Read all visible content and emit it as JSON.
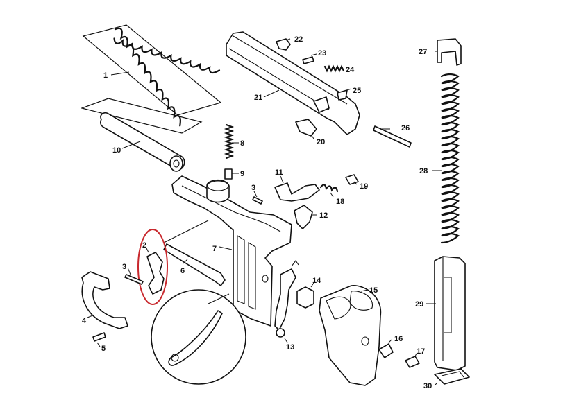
{
  "parts": [
    {
      "number": "1"
    },
    {
      "number": "2"
    },
    {
      "number": "3"
    },
    {
      "number": "3"
    },
    {
      "number": "4"
    },
    {
      "number": "5"
    },
    {
      "number": "6"
    },
    {
      "number": "7"
    },
    {
      "number": "8"
    },
    {
      "number": "9"
    },
    {
      "number": "10"
    },
    {
      "number": "11"
    },
    {
      "number": "12"
    },
    {
      "number": "13"
    },
    {
      "number": "14"
    },
    {
      "number": "15"
    },
    {
      "number": "16"
    },
    {
      "number": "17"
    },
    {
      "number": "18"
    },
    {
      "number": "19"
    },
    {
      "number": "20"
    },
    {
      "number": "21"
    },
    {
      "number": "22"
    },
    {
      "number": "23"
    },
    {
      "number": "24"
    },
    {
      "number": "25"
    },
    {
      "number": "26"
    },
    {
      "number": "27"
    },
    {
      "number": "28"
    },
    {
      "number": "29"
    },
    {
      "number": "30"
    }
  ],
  "highlight": {
    "part_number": "2",
    "color": "#c8282d"
  }
}
